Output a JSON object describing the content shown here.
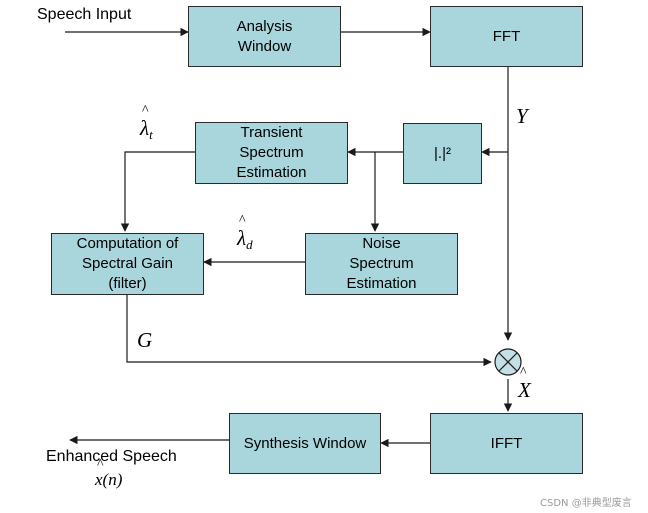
{
  "blocks": {
    "analysis_window": [
      "Analysis",
      "Window"
    ],
    "fft": "FFT",
    "magnitude_squared": "|.|²",
    "transient_estimation": [
      "Transient",
      "Spectrum",
      "Estimation"
    ],
    "noise_estimation": [
      "Noise",
      "Spectrum",
      "Estimation"
    ],
    "spectral_gain": [
      "Computation of",
      "Spectral Gain",
      "(filter)"
    ],
    "ifft": "IFFT",
    "synthesis_window": "Synthesis Window"
  },
  "labels": {
    "speech_input": "Speech Input",
    "enhanced_speech": "Enhanced Speech",
    "enhanced_signal": "x(n)"
  },
  "symbols": {
    "spectrum": "Y",
    "gain": "G",
    "enhanced_spectrum": "X",
    "lambda_t_base": "λ",
    "lambda_t_sub": "t",
    "lambda_d_base": "λ",
    "lambda_d_sub": "d"
  },
  "watermark": "CSDN @非典型废言"
}
